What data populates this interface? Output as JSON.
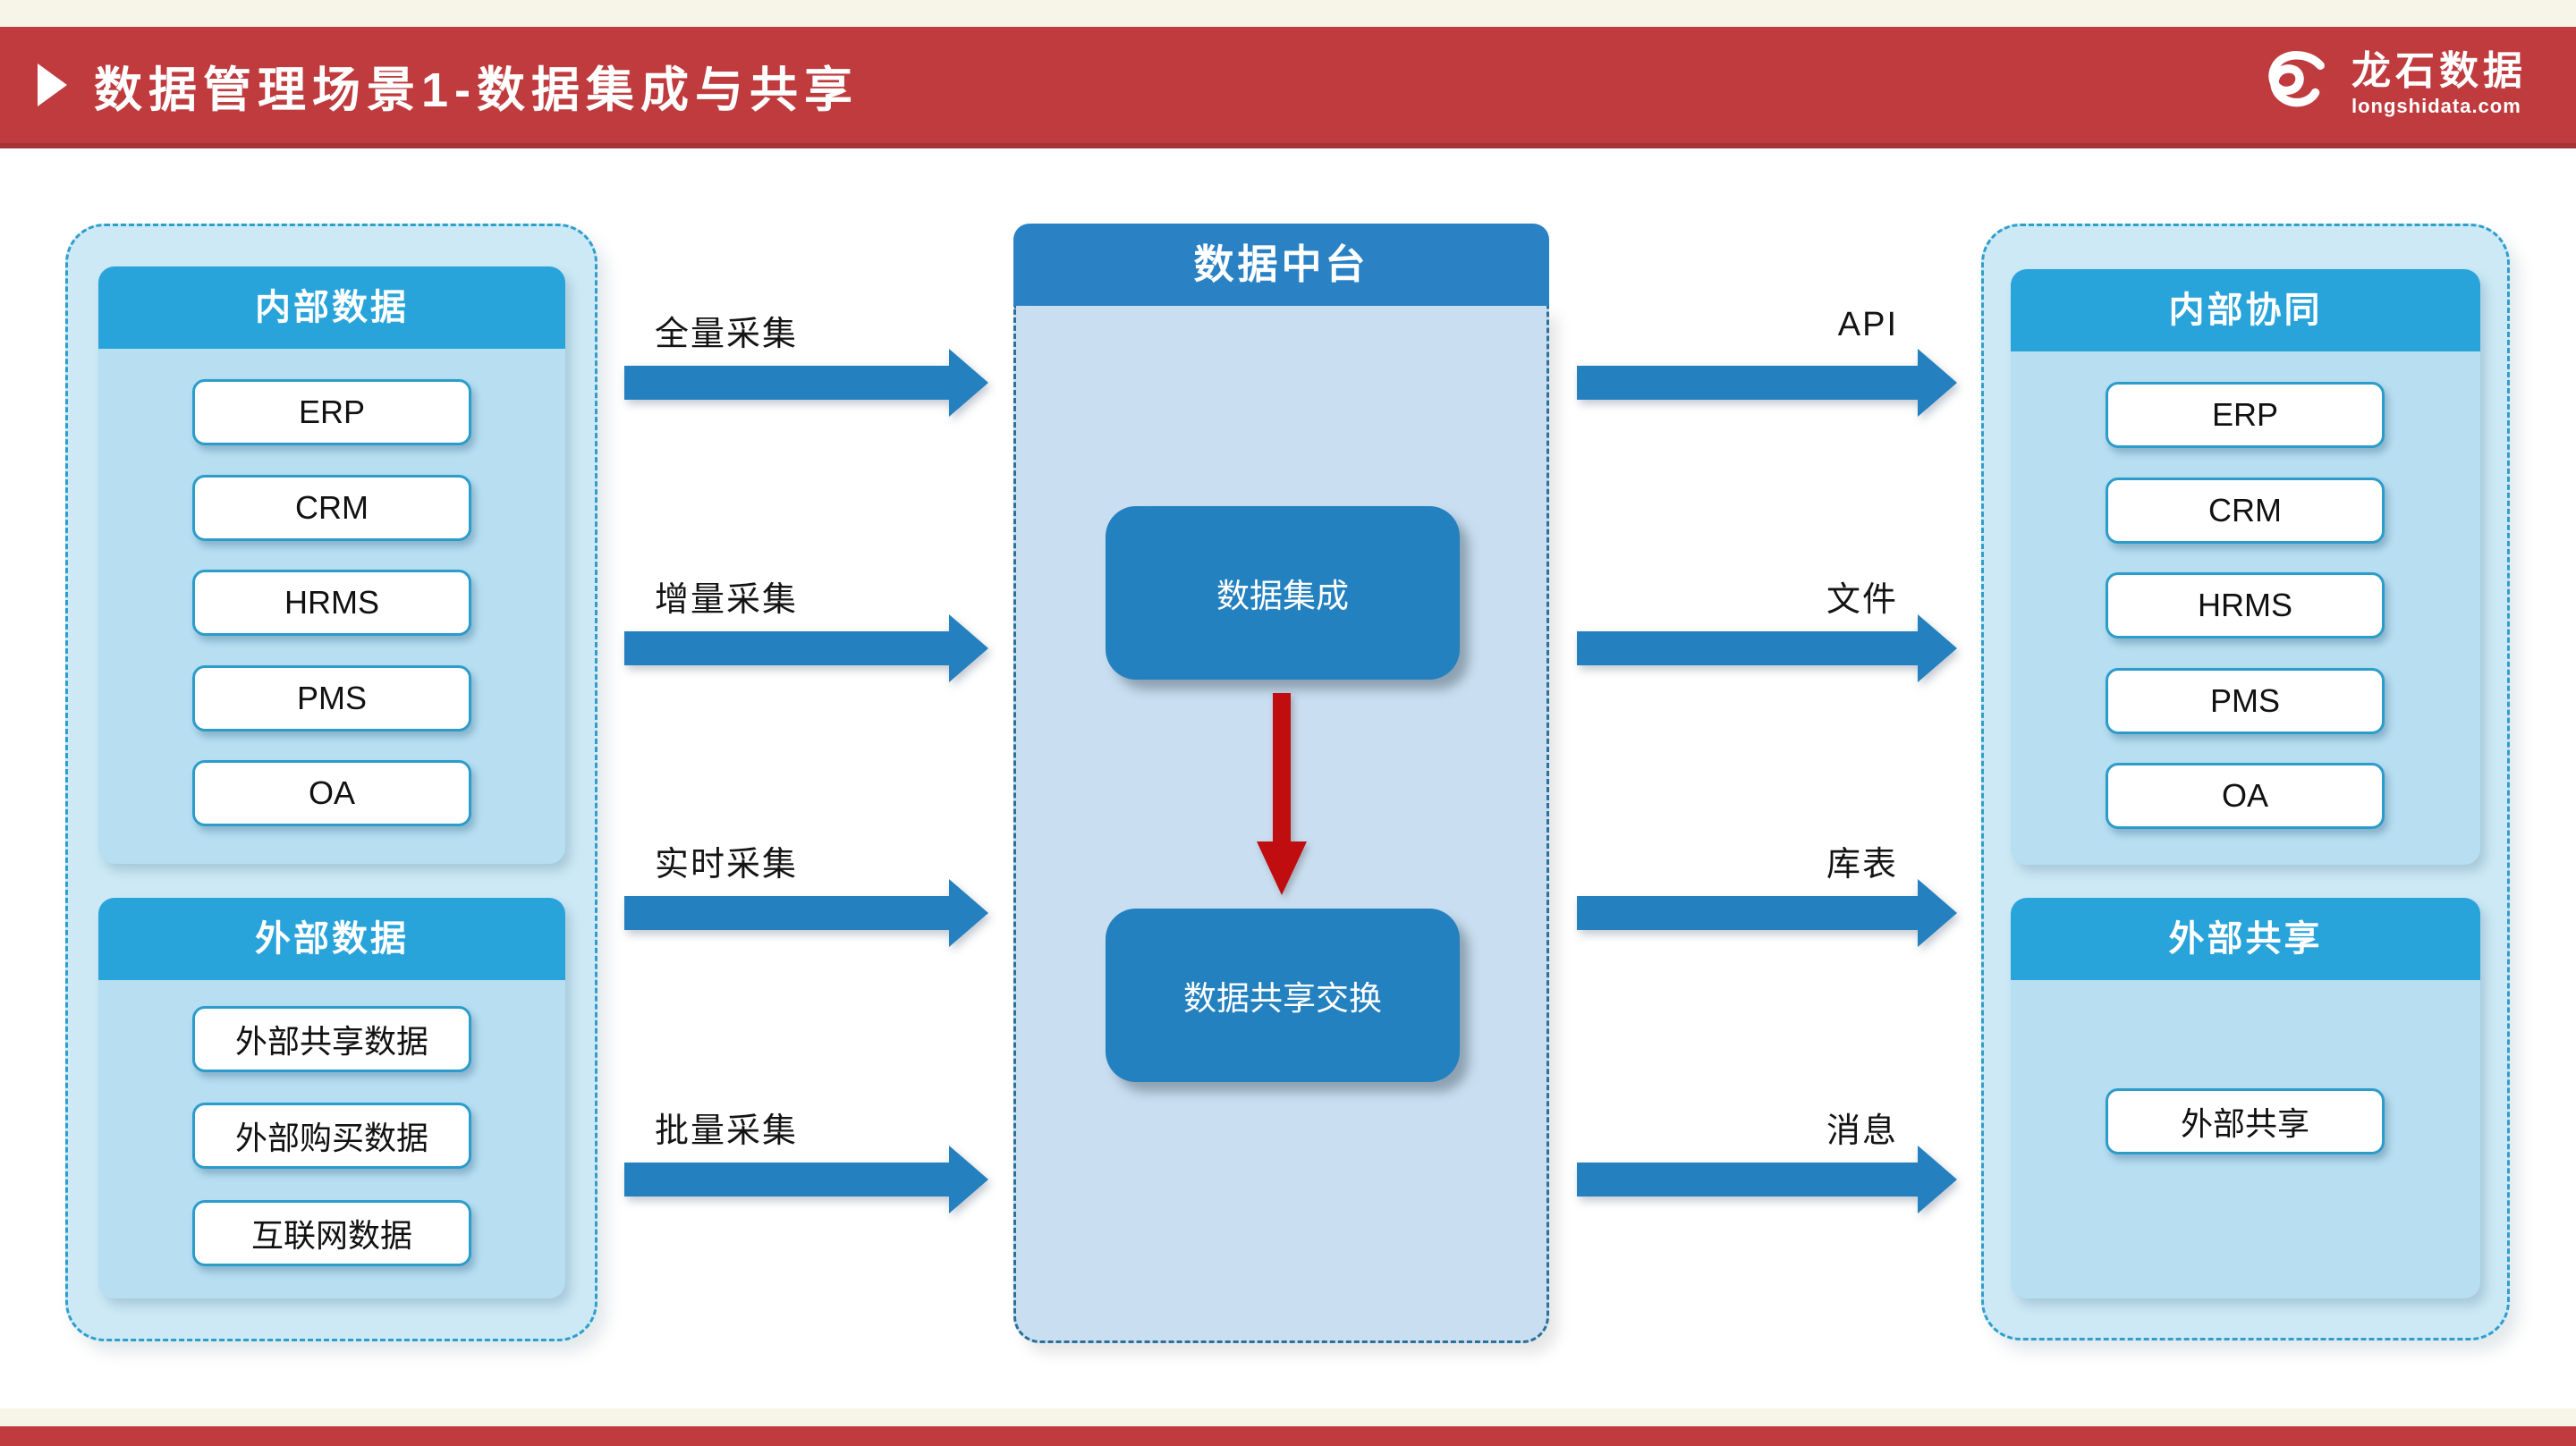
{
  "header": {
    "title": "数据管理场景1-数据集成与共享",
    "logo_name": "龙石数据",
    "logo_domain": "longshidata.com"
  },
  "left_panel": {
    "groups": [
      {
        "title": "内部数据",
        "items": [
          "ERP",
          "CRM",
          "HRMS",
          "PMS",
          "OA"
        ]
      },
      {
        "title": "外部数据",
        "items": [
          "外部共享数据",
          "外部购买数据",
          "互联网数据"
        ]
      }
    ]
  },
  "center_panel": {
    "title": "数据中台",
    "nodes": [
      "数据集成",
      "数据共享交换"
    ]
  },
  "right_panel": {
    "groups": [
      {
        "title": "内部协同",
        "items": [
          "ERP",
          "CRM",
          "HRMS",
          "PMS",
          "OA"
        ]
      },
      {
        "title": "外部共享",
        "items": [
          "外部共享"
        ]
      }
    ]
  },
  "collect_labels": [
    "全量采集",
    "增量采集",
    "实时采集",
    "批量采集"
  ],
  "share_labels": [
    "API",
    "文件",
    "库表",
    "消息"
  ],
  "colors": {
    "header_red": "#BF3B3E",
    "header_red_edge": "#A33538",
    "footer_red": "#BF3B3E",
    "card_header_cyan": "#29A4DB",
    "platform_header_blue": "#2A82C4",
    "node_blue": "#2481BF",
    "arrow_blue": "#2480BE",
    "down_arrow_red": "#C00D10",
    "panel_fill": "#CDE9F6",
    "panel_border": "#2E9FCC",
    "card_fill": "#B7DEF1",
    "platform_fill": "#C9DFF1"
  }
}
